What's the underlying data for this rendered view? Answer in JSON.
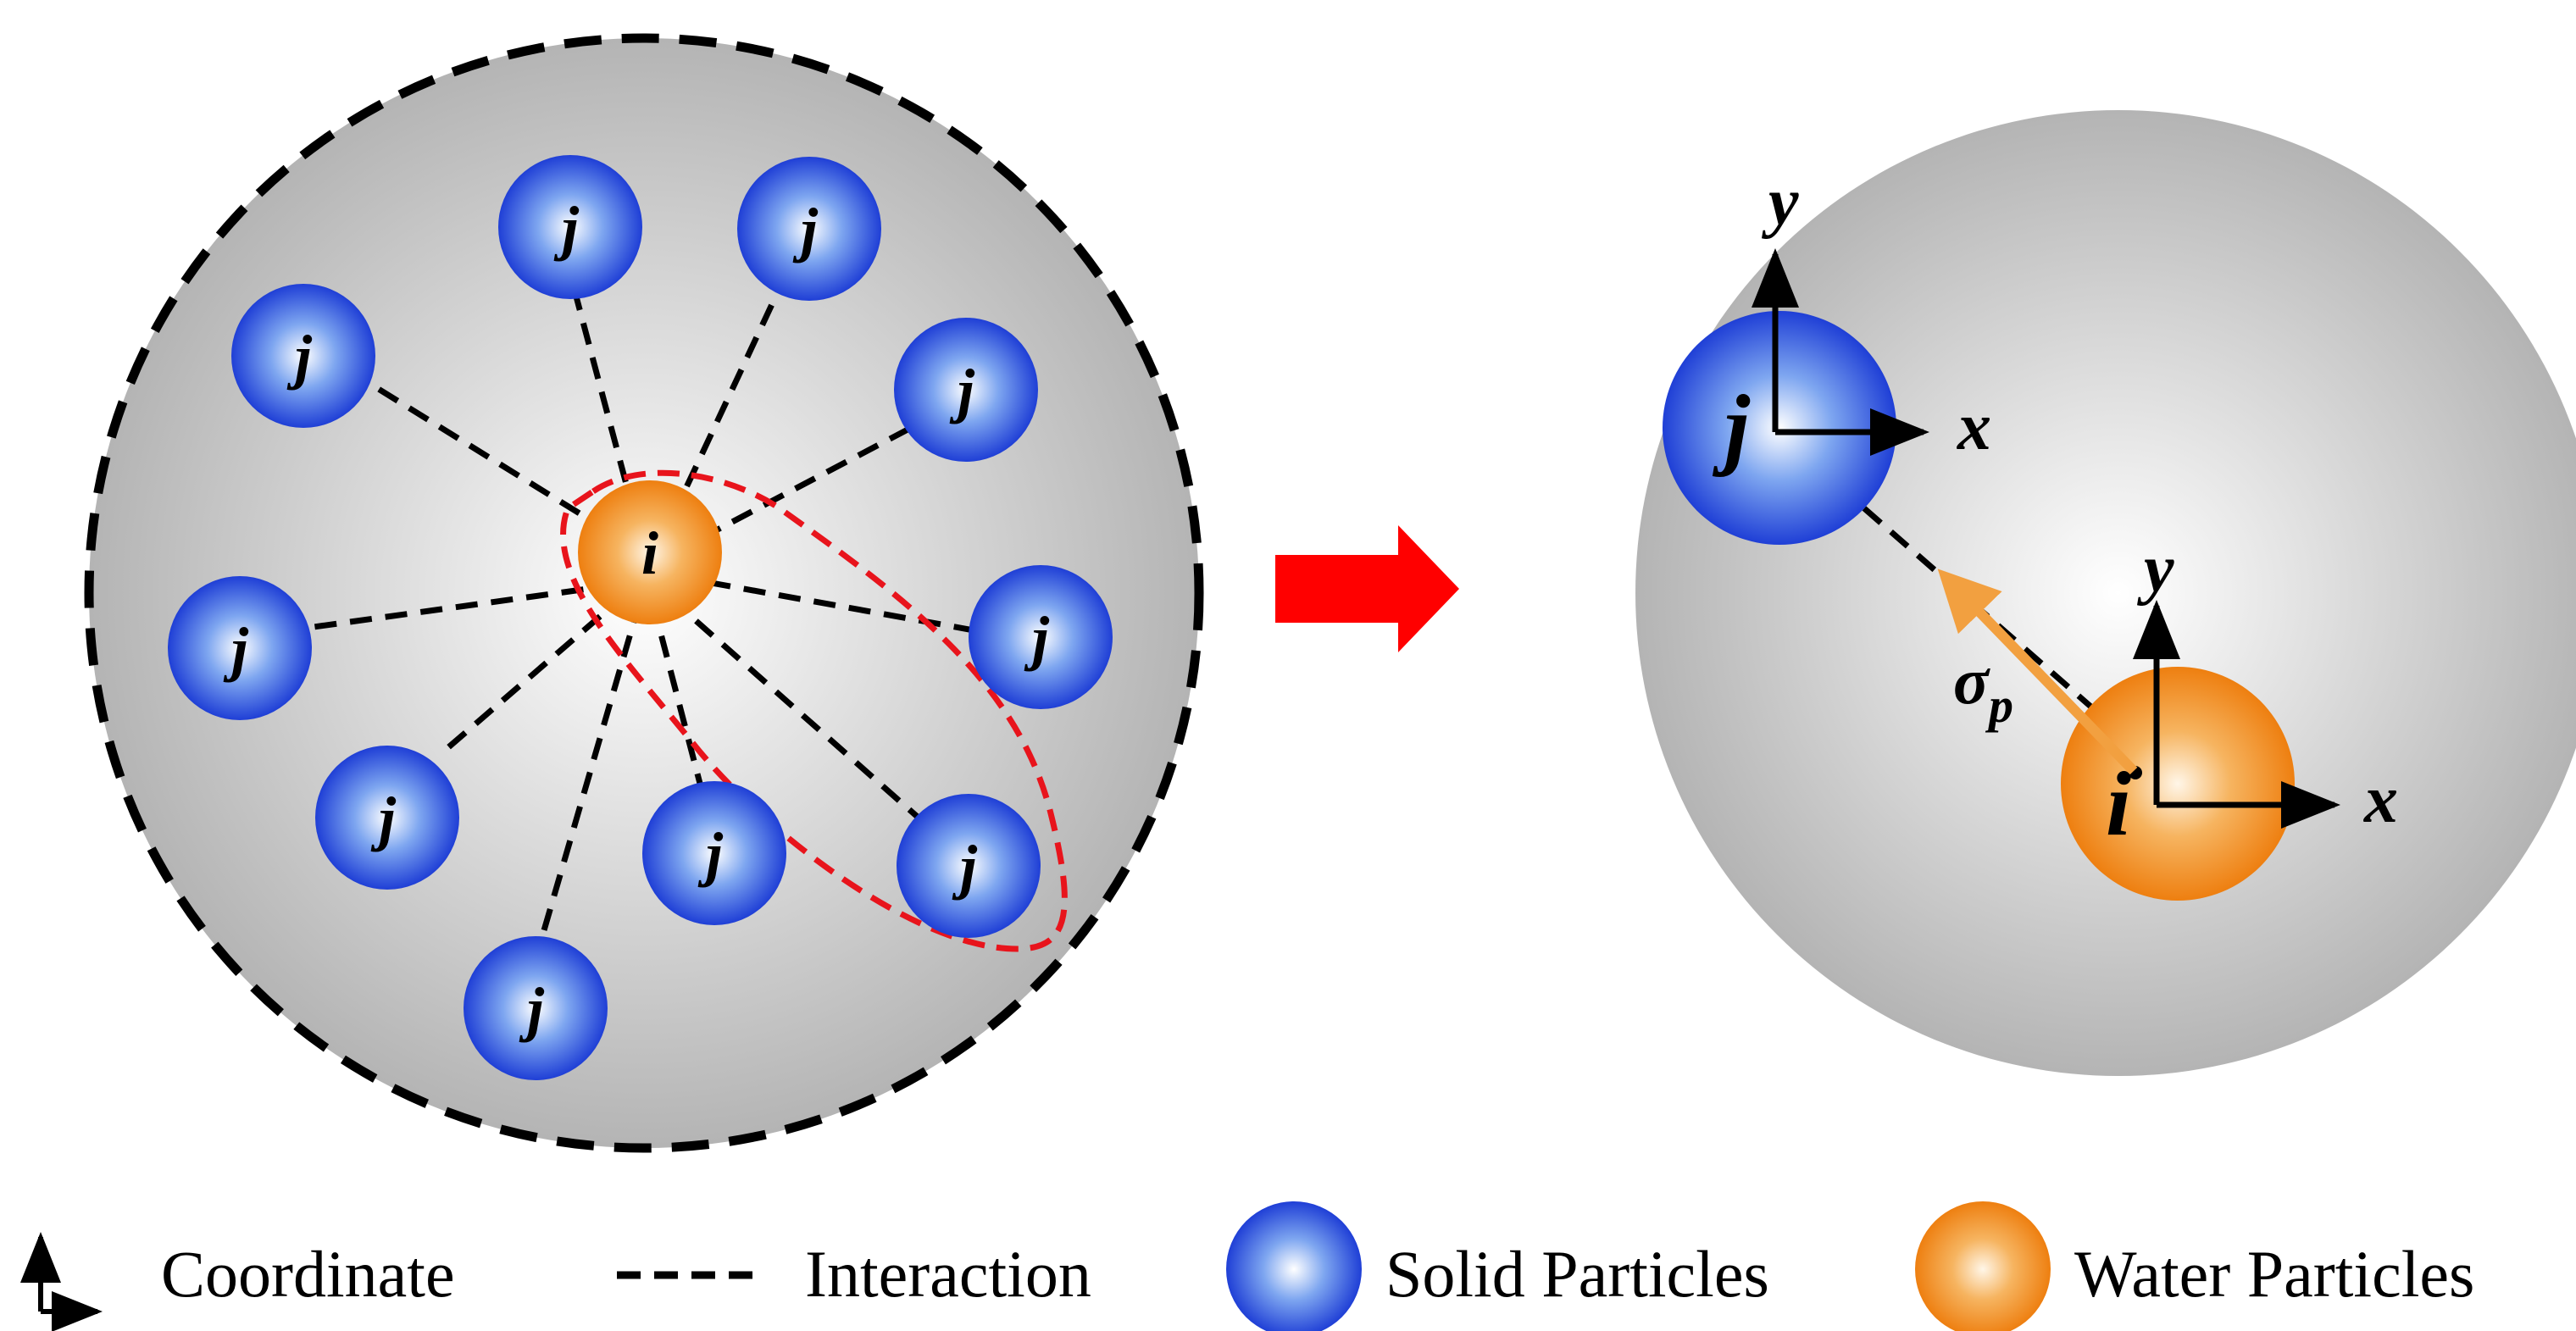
{
  "particles": {
    "center_label": "i",
    "neighbor_label": "j"
  },
  "zoom": {
    "solid_label": "j",
    "water_label": "i",
    "axis_x": "x",
    "axis_y": "y",
    "stress_symbol": "σ",
    "stress_subscript": "p"
  },
  "legend": {
    "coordinate": "Coordinate",
    "interaction": "Interaction",
    "solid": "Solid Particles",
    "water": "Water Particles"
  },
  "colors": {
    "solid_particle": "#2a4fd8",
    "water_particle": "#f08a1a",
    "arrow": "#ff0000",
    "highlight": "#e8141c",
    "stress_arrow": "#f2a040"
  }
}
